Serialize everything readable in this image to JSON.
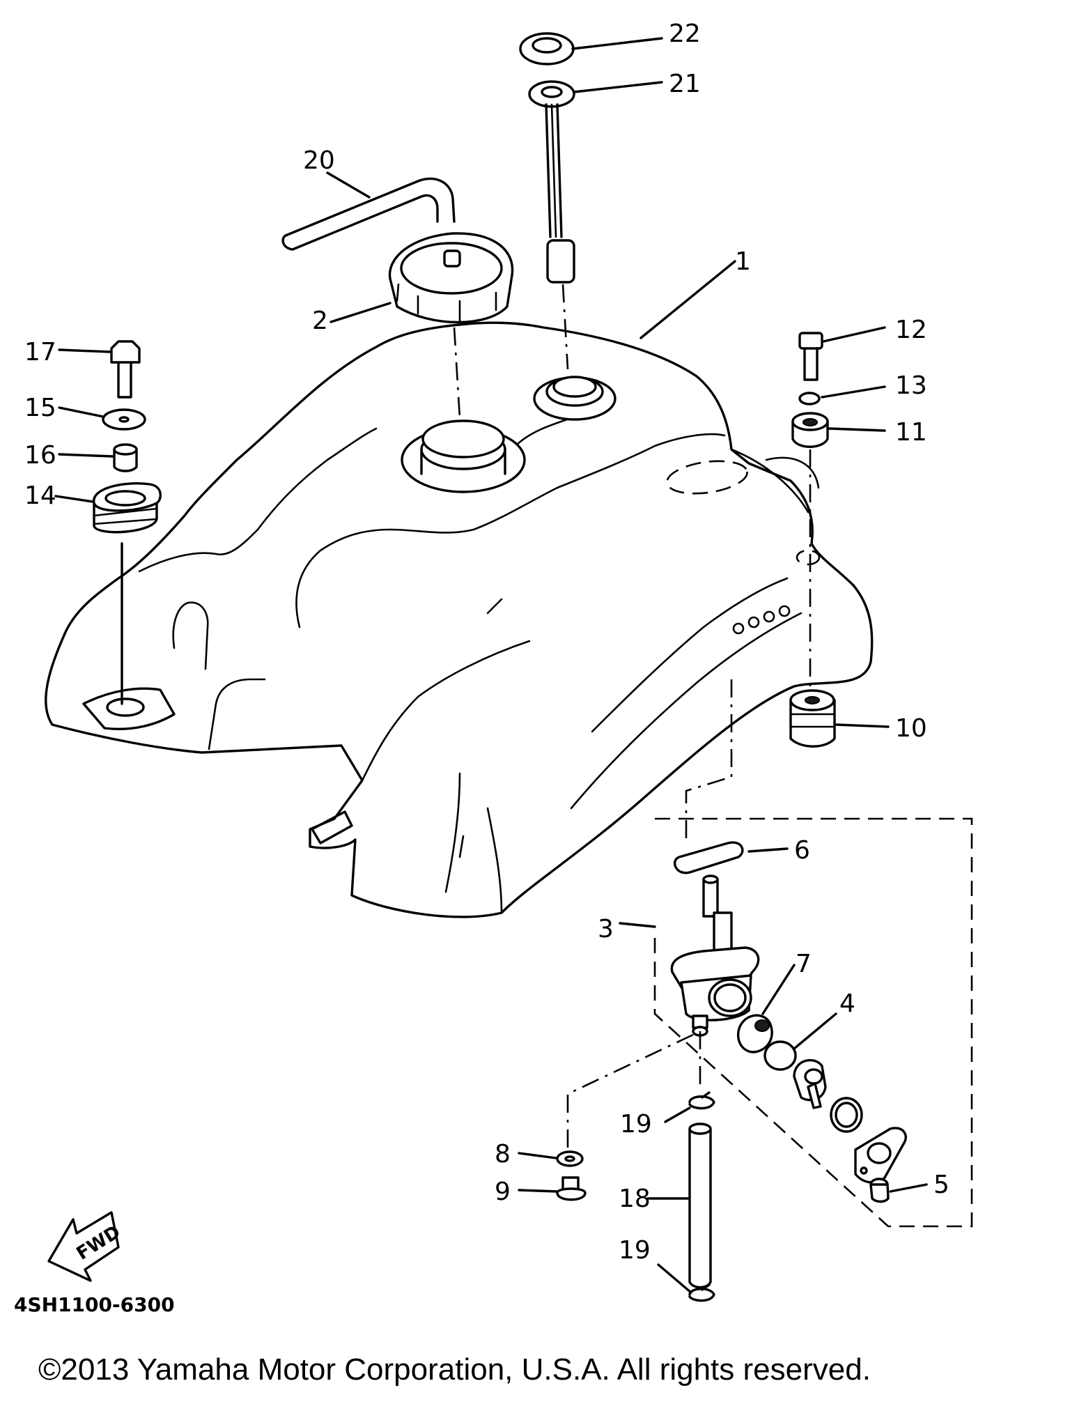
{
  "diagram": {
    "part_code": "4SH1100-6300",
    "copyright": "©2013 Yamaha Motor Corporation, U.S.A. All rights reserved.",
    "direction_label": "FWD",
    "callouts": [
      {
        "id": "c1",
        "label": "1"
      },
      {
        "id": "c2",
        "label": "2"
      },
      {
        "id": "c3",
        "label": "3"
      },
      {
        "id": "c4",
        "label": "4"
      },
      {
        "id": "c5",
        "label": "5"
      },
      {
        "id": "c6",
        "label": "6"
      },
      {
        "id": "c7",
        "label": "7"
      },
      {
        "id": "c8",
        "label": "8"
      },
      {
        "id": "c9",
        "label": "9"
      },
      {
        "id": "c10",
        "label": "10"
      },
      {
        "id": "c11",
        "label": "11"
      },
      {
        "id": "c12",
        "label": "12"
      },
      {
        "id": "c13",
        "label": "13"
      },
      {
        "id": "c14",
        "label": "14"
      },
      {
        "id": "c15",
        "label": "15"
      },
      {
        "id": "c16",
        "label": "16"
      },
      {
        "id": "c17",
        "label": "17"
      },
      {
        "id": "c18",
        "label": "18"
      },
      {
        "id": "c19a",
        "label": "19"
      },
      {
        "id": "c19b",
        "label": "19"
      },
      {
        "id": "c20",
        "label": "20"
      },
      {
        "id": "c21",
        "label": "21"
      },
      {
        "id": "c22",
        "label": "22"
      }
    ]
  }
}
